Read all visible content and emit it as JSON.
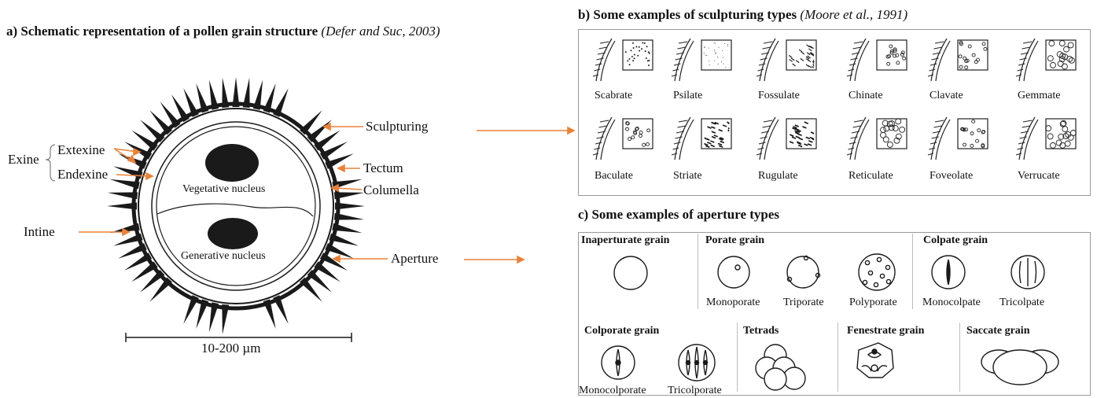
{
  "panel_a": {
    "title": "a) Schematic representation of a pollen grain structure",
    "citation": "(Defer and Suc, 2003)",
    "labels": {
      "exine": "Exine",
      "extexine": "Extexine",
      "endexine": "Endexine",
      "intine": "Intine",
      "sculpturing": "Sculpturing",
      "tectum": "Tectum",
      "columella": "Columella",
      "aperture": "Aperture",
      "vegetative_nucleus": "Vegetative nucleus",
      "generative_nucleus": "Generative nucleus",
      "scale": "10-200 µm"
    },
    "colors": {
      "arrow": "#e8823a",
      "grain": "#1a1a1a"
    }
  },
  "panel_b": {
    "title": "b) Some examples of sculpturing types",
    "citation": "(Moore et al., 1991)",
    "types": [
      "Scabrate",
      "Psilate",
      "Fossulate",
      "Chinate",
      "Clavate",
      "Gemmate",
      "Baculate",
      "Striate",
      "Rugulate",
      "Reticulate",
      "Foveolate",
      "Verrucate"
    ]
  },
  "panel_c": {
    "title": "c) Some examples of aperture types",
    "groups": {
      "inaperturate": "Inaperturate grain",
      "porate": "Porate grain",
      "colpate": "Colpate grain",
      "colporate": "Colporate grain",
      "tetrads": "Tetrads",
      "fenestrate": "Fenestrate grain",
      "saccate": "Saccate grain"
    },
    "items": {
      "monoporate": "Monoporate",
      "triporate": "Triporate",
      "polyporate": "Polyporate",
      "monocolpate": "Monocolpate",
      "tricolpate": "Tricolpate",
      "monocolporate": "Monocolporate",
      "tricolporate": "Tricolporate"
    }
  }
}
